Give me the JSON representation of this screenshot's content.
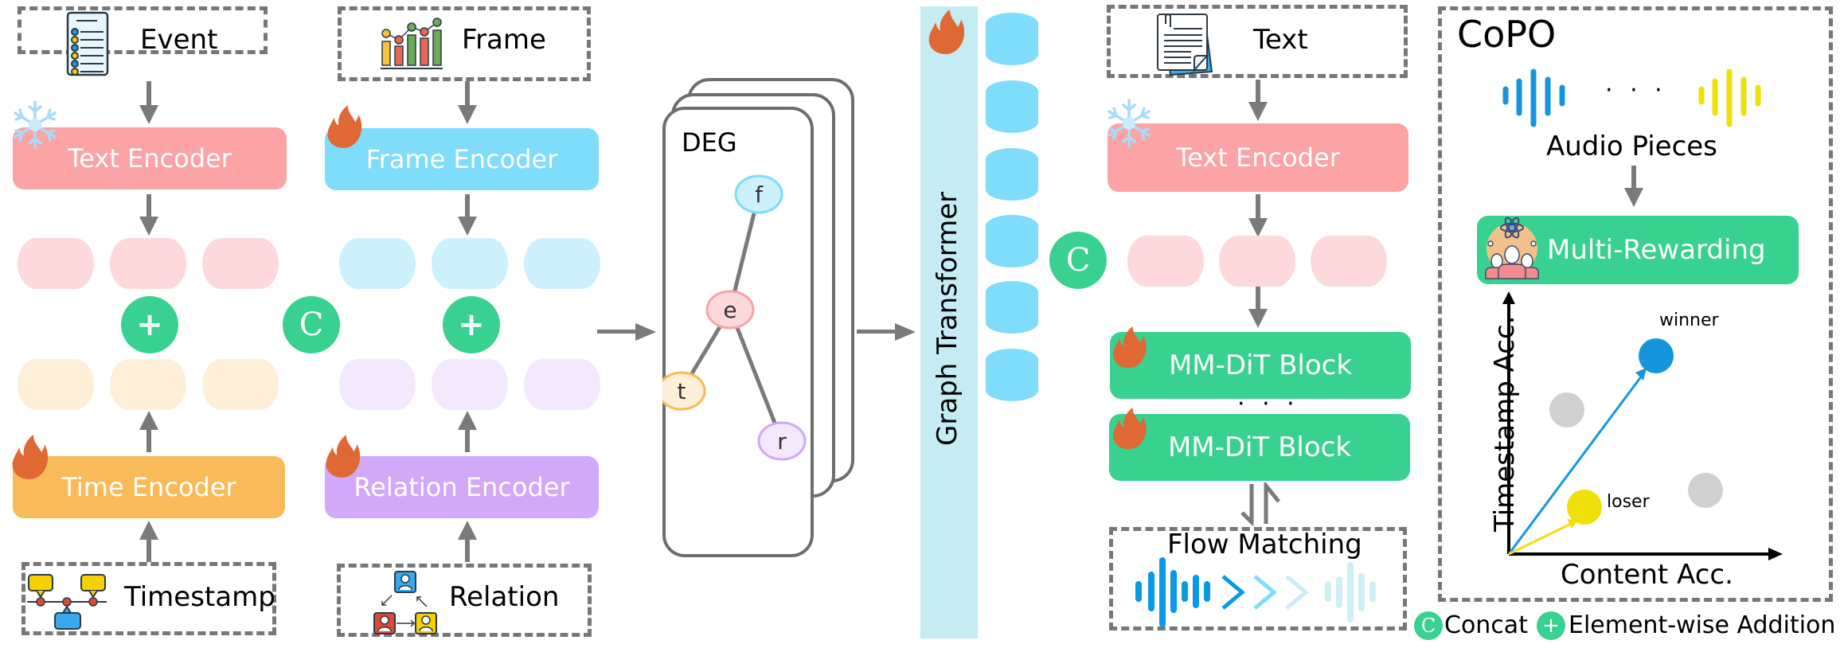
{
  "inputs": {
    "event": "Event",
    "frame": "Frame",
    "timestamp": "Timestamp",
    "relation": "Relation",
    "text": "Text"
  },
  "encoders": {
    "text_encoder_left": "Text Encoder",
    "frame_encoder": "Frame Encoder",
    "time_encoder": "Time Encoder",
    "relation_encoder": "Relation Encoder",
    "text_encoder_right": "Text Encoder"
  },
  "encoder_status": {
    "text_encoder_left": "frozen",
    "frame_encoder": "trainable",
    "time_encoder": "trainable",
    "relation_encoder": "trainable",
    "graph_transformer": "trainable",
    "text_encoder_right": "frozen",
    "mm_dit_block_1": "trainable",
    "mm_dit_block_2": "trainable"
  },
  "operators": {
    "plus_symbol": "+",
    "concat_symbol": "C"
  },
  "deg": {
    "title": "DEG",
    "nodes": [
      {
        "id": "f",
        "label": "f",
        "fill": "#ccf1fc",
        "stroke": "#7fdcfb"
      },
      {
        "id": "e",
        "label": "e",
        "fill": "#fdd9dc",
        "stroke": "#f9a3a8"
      },
      {
        "id": "t",
        "label": "t",
        "fill": "#fdefd8",
        "stroke": "#f8ba53"
      },
      {
        "id": "r",
        "label": "r",
        "fill": "#f3e8fd",
        "stroke": "#d0a8f6"
      }
    ],
    "edges": [
      [
        "f",
        "e"
      ],
      [
        "e",
        "t"
      ],
      [
        "e",
        "r"
      ]
    ]
  },
  "graph_transformer": {
    "label": "Graph Transformer"
  },
  "mm_dit": {
    "block_label_1": "MM-DiT Block",
    "block_label_2": "MM-DiT Block",
    "ellipsis": "· · ·"
  },
  "flow_matching": {
    "label": "Flow Matching"
  },
  "copo": {
    "title": "CoPO",
    "audio_pieces_label": "Audio Pieces",
    "ellipsis": "· · ·",
    "multi_rewarding_label": "Multi-Rewarding",
    "chart": {
      "xlabel": "Content Acc.",
      "ylabel": "Timestamp Acc.",
      "winner_label": "winner",
      "loser_label": "loser"
    }
  },
  "legend": {
    "concat_label": "Concat",
    "addition_label": "Element-wise Addition"
  },
  "colors": {
    "text_encoder": "#fba3a5",
    "frame_encoder": "#7fdcfb",
    "time_encoder": "#f9ba5a",
    "relation_encoder": "#d2a8f8",
    "green": "#38d18f",
    "fire": "#e06834",
    "snow": "#a8dcf9",
    "winner": "#1596dc",
    "loser": "#f0e00a",
    "neutral": "#d0d0d0"
  }
}
